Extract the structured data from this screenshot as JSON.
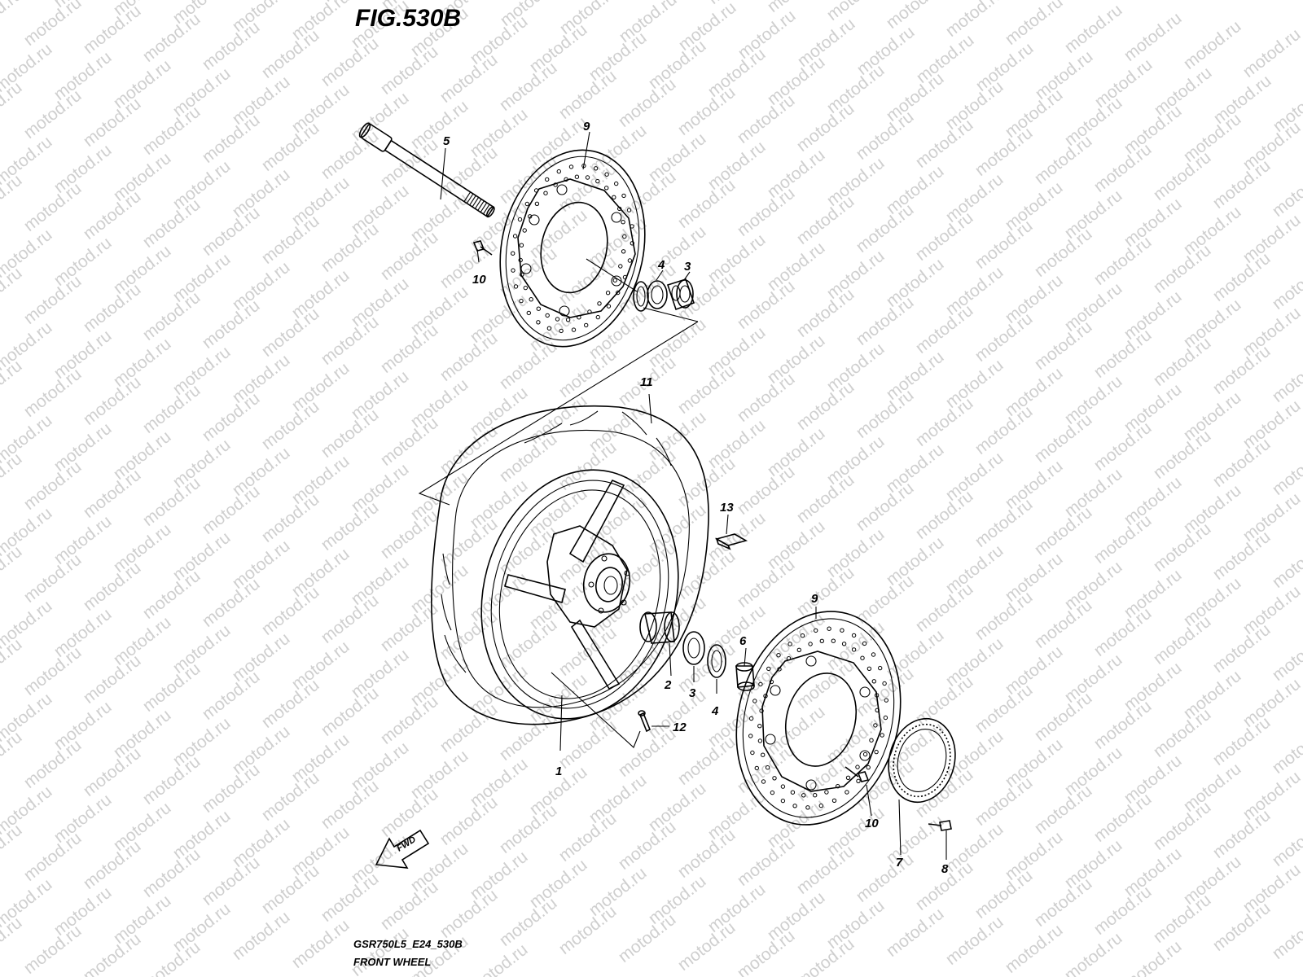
{
  "figure": {
    "title": "FIG.530B",
    "watermark": "motod.ru",
    "model_code": "GSR750L5_E24_530B",
    "caption": "FRONT WHEEL",
    "fwd_label": "FWD"
  },
  "callouts": {
    "c1": "1",
    "c2": "2",
    "c3a": "3",
    "c3b": "3",
    "c4a": "4",
    "c4b": "4",
    "c5": "5",
    "c6": "6",
    "c7": "7",
    "c8": "8",
    "c9a": "9",
    "c9b": "9",
    "c10a": "10",
    "c10b": "10",
    "c11": "11",
    "c12": "12",
    "c13": "13"
  }
}
